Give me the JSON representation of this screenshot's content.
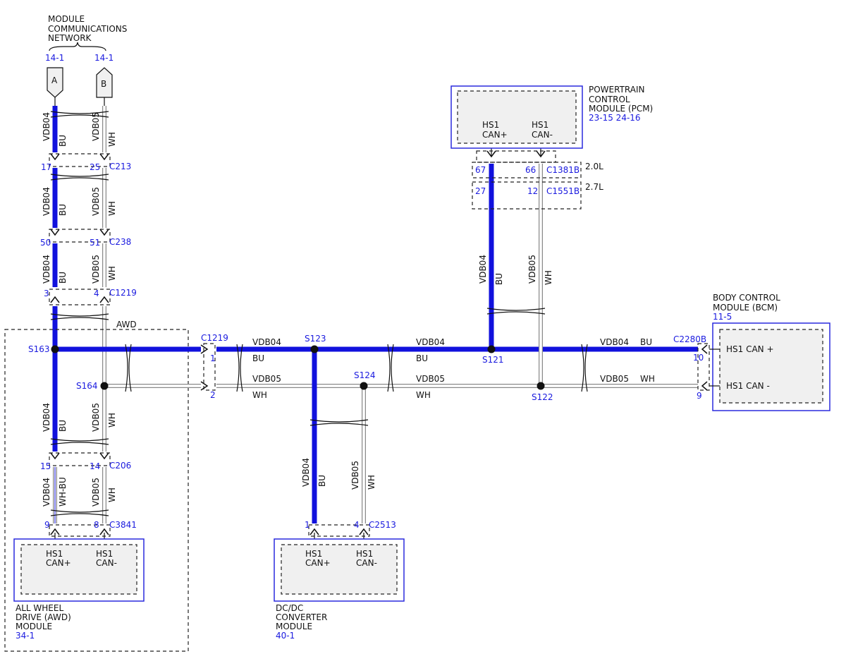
{
  "network": {
    "title_line1": "MODULE",
    "title_line2": "COMMUNICATIONS",
    "title_line3": "NETWORK",
    "ref_a": "14-1",
    "ref_b": "14-1",
    "flag_a": "A",
    "flag_b": "B"
  },
  "wires": {
    "vdb04": "VDB04",
    "vdb05": "VDB05",
    "bu": "BU",
    "wh": "WH",
    "whbu": "WH-BU"
  },
  "connectors": {
    "c213": {
      "name": "C213",
      "pin_a": "17",
      "pin_b": "25"
    },
    "c238": {
      "name": "C238",
      "pin_a": "50",
      "pin_b": "51"
    },
    "c1219_top": {
      "name": "C1219",
      "pin_a": "3",
      "pin_b": "4"
    },
    "c1219_mid": {
      "name": "C1219",
      "pin_a": "1",
      "pin_b": "2"
    },
    "c206": {
      "name": "C206",
      "pin_a": "15",
      "pin_b": "14"
    },
    "c3841": {
      "name": "C3841",
      "pin_a": "9",
      "pin_b": "8"
    },
    "c2513": {
      "name": "C2513",
      "pin_a": "1",
      "pin_b": "4"
    },
    "c1381b": {
      "name": "C1381B",
      "pin_a": "67",
      "pin_b": "66",
      "engine": "2.0L"
    },
    "c1551b": {
      "name": "C1551B",
      "pin_a": "27",
      "pin_b": "12",
      "engine": "2.7L"
    },
    "c2280b": {
      "name": "C2280B",
      "pin_a": "10",
      "pin_b": "9"
    }
  },
  "splices": {
    "s163": "S163",
    "s164": "S164",
    "s123": "S123",
    "s124": "S124",
    "s121": "S121",
    "s122": "S122"
  },
  "awd_zone": "AWD",
  "modules": {
    "pcm": {
      "line1": "POWERTRAIN",
      "line2": "CONTROL",
      "line3": "MODULE (PCM)",
      "ref": "23-15 24-16",
      "pin1_l1": "HS1",
      "pin1_l2": "CAN+",
      "pin2_l1": "HS1",
      "pin2_l2": "CAN-"
    },
    "bcm": {
      "line1": "BODY CONTROL",
      "line2": "MODULE (BCM)",
      "ref": "11-5",
      "pin1": "HS1 CAN +",
      "pin2": "HS1 CAN -"
    },
    "awd": {
      "line1": "ALL WHEEL",
      "line2": "DRIVE (AWD)",
      "line3": "MODULE",
      "ref": "34-1",
      "pin1_l1": "HS1",
      "pin1_l2": "CAN+",
      "pin2_l1": "HS1",
      "pin2_l2": "CAN-"
    },
    "dcdc": {
      "line1": "DC/DC",
      "line2": "CONVERTER",
      "line3": "MODULE",
      "ref": "40-1",
      "pin1_l1": "HS1",
      "pin1_l2": "CAN+",
      "pin2_l1": "HS1",
      "pin2_l2": "CAN-"
    }
  }
}
